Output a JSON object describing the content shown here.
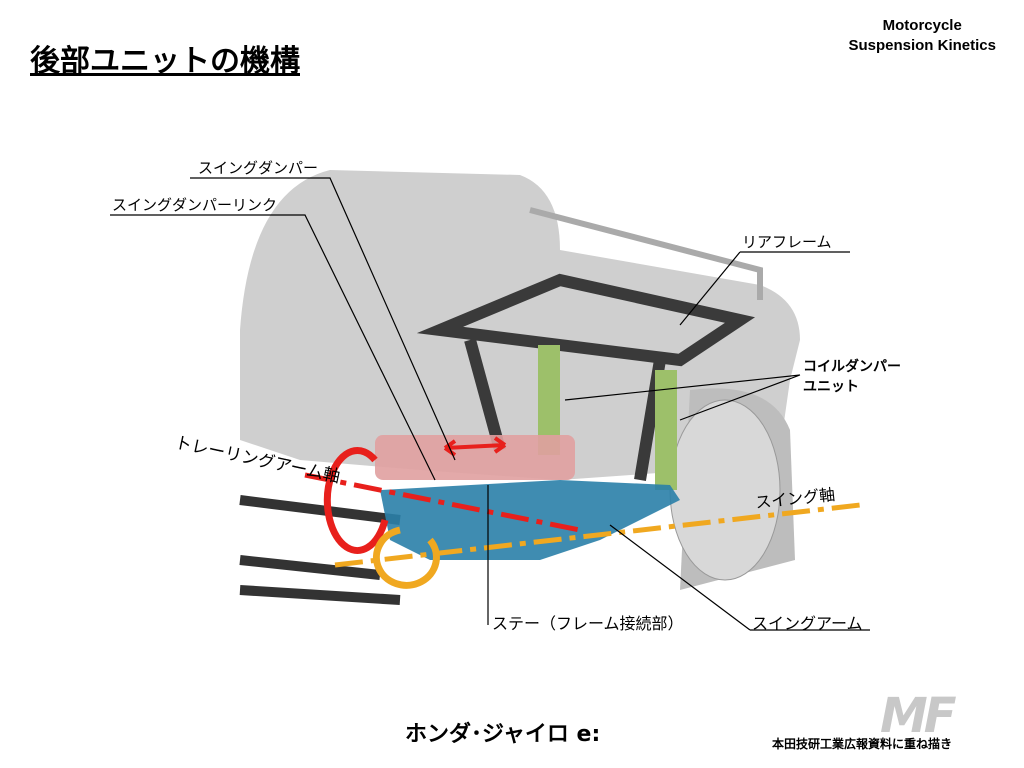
{
  "title": "後部ユニットの機構",
  "brand": {
    "line1": "Motorcycle",
    "line2": "Suspension Kinetics"
  },
  "labels": {
    "swing_damper": "スイングダンパー",
    "swing_damper_link": "スイングダンパーリンク",
    "rear_frame": "リアフレーム",
    "coil_damper_1": "コイルダンパー",
    "coil_damper_2": "ユニット",
    "trailing_arm_axis": "トレーリングアーム軸",
    "swing_axis": "スイング軸",
    "stay": "ステー（フレーム接続部）",
    "swing_arm": "スイングアーム"
  },
  "caption": "ホンダ･ジャイロ e:",
  "credit": "本田技研工業広報資料に重ね描き",
  "watermark": "MF",
  "colors": {
    "red": "#e8201c",
    "orange": "#f0a820",
    "blue": "#2a7fa8"
  }
}
